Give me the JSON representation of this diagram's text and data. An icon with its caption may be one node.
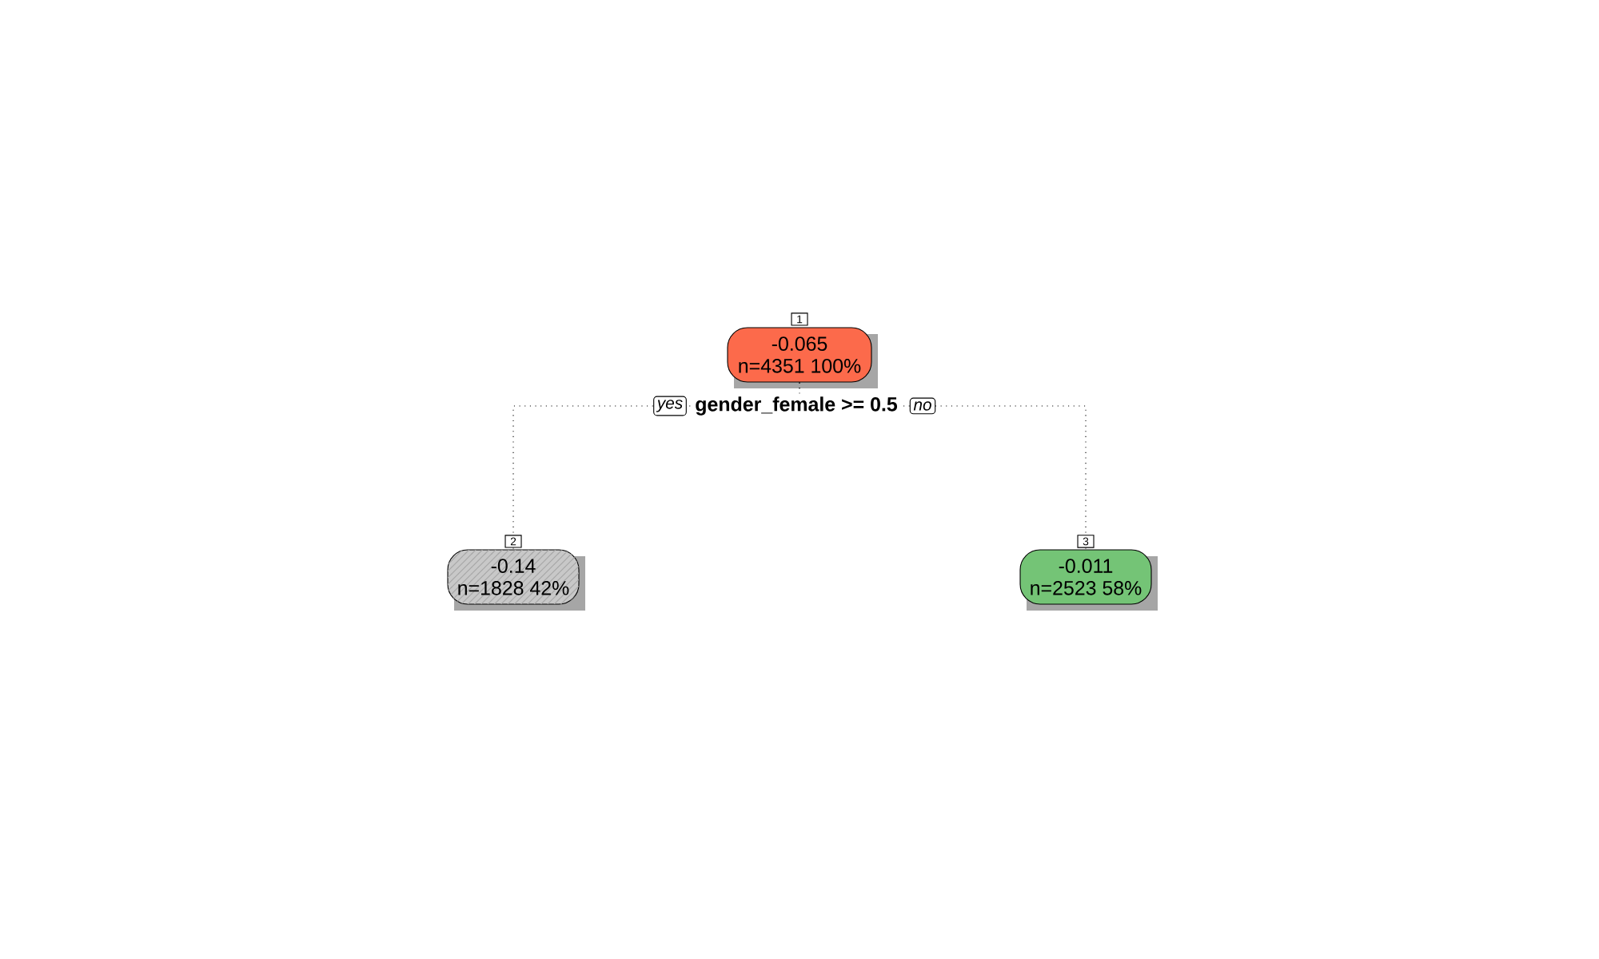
{
  "diagram": {
    "nodes": [
      {
        "text": [
          "-0.065",
          "n=4351 100%"
        ],
        "beside": [
          "1"
        ]
      },
      {
        "text": [
          "-0.14",
          "n=1828 42%"
        ],
        "beside": [
          "2"
        ]
      },
      {
        "text": [
          "-0.011",
          "n=2523 58%"
        ],
        "beside": [
          "3"
        ]
      }
    ],
    "edges": [
      {
        "from": 0,
        "to": 1,
        "arrow": "none",
        "label": "yes",
        "style": "dashed"
      },
      {
        "from": 0,
        "to": 2,
        "arrow": "none",
        "label": "no",
        "style": "dashed"
      }
    ],
    "labels": [
      "gender_female >= 0.5"
    ]
  }
}
